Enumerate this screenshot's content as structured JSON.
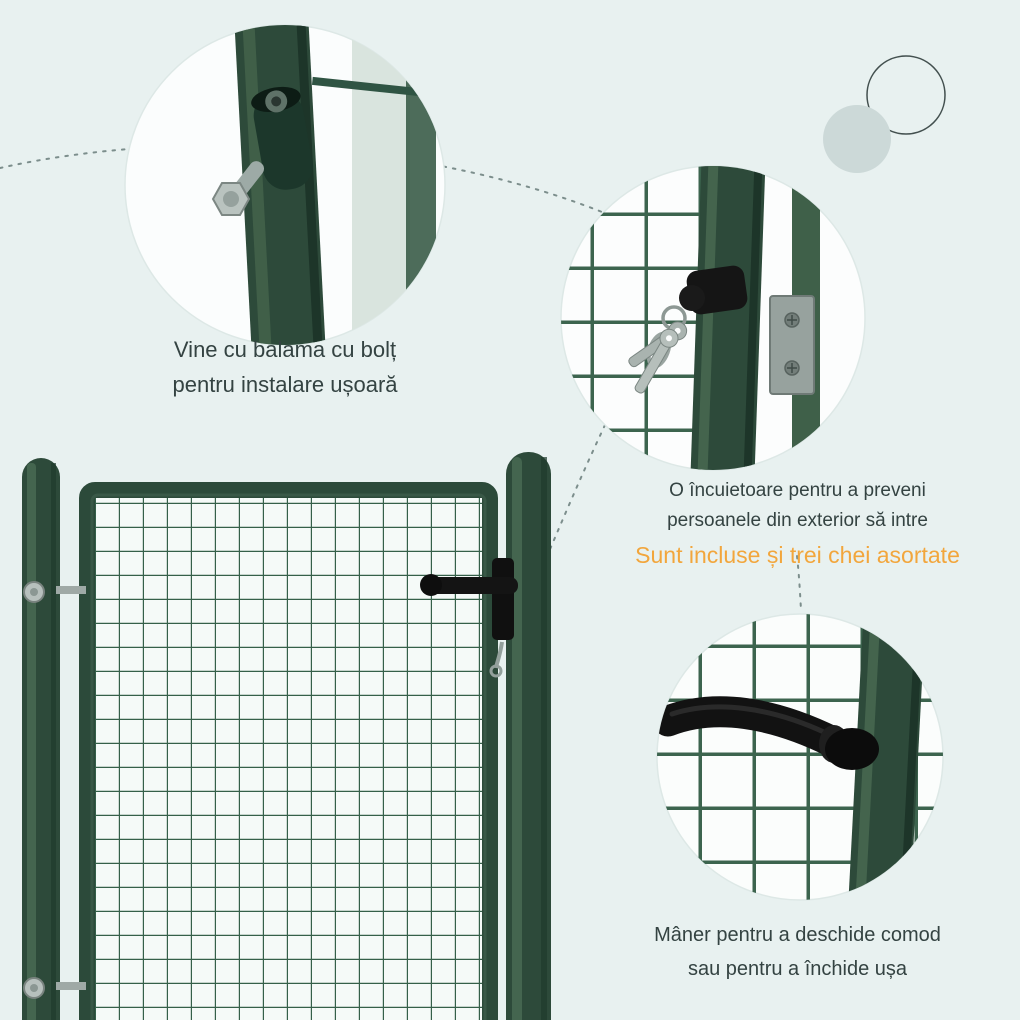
{
  "callouts": {
    "hinge": {
      "line1": "Vine cu balama cu bolț",
      "line2": "pentru instalare ușoară"
    },
    "lock": {
      "line1": "O încuietoare pentru a preveni",
      "line2": "persoanele din exterior să intre",
      "highlight": "Sunt incluse și trei chei asortate"
    },
    "handle": {
      "line1": "Mâner pentru a deschide comod",
      "line2": "sau pentru a închide ușa"
    }
  },
  "colors": {
    "background": "#E8F1F0",
    "gate_green": "#2D4A3A",
    "mesh_green": "#35604A",
    "accent_orange": "#F2A63C",
    "text_dark": "#344342",
    "decor_circle_fill": "#CCD9D8"
  }
}
